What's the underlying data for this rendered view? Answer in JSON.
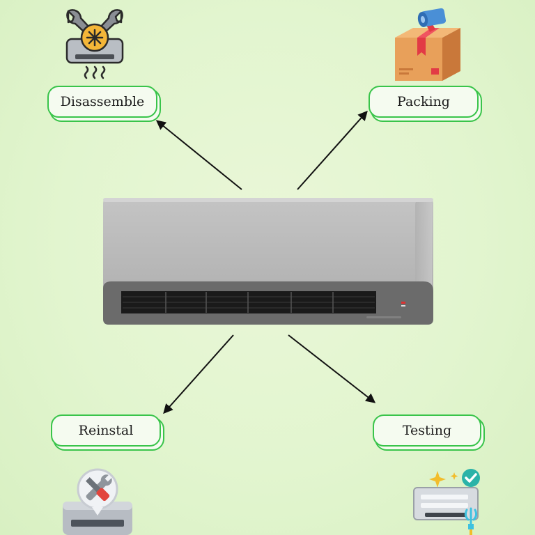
{
  "diagram": {
    "center": "air-conditioner-unit",
    "nodes": [
      {
        "id": "disassemble",
        "label": "Disassemble",
        "icon": "ac-repair-wrench-icon"
      },
      {
        "id": "packing",
        "label": "Packing",
        "icon": "package-box-tape-icon"
      },
      {
        "id": "reinstal",
        "label": "Reinstal",
        "icon": "ac-install-tools-icon"
      },
      {
        "id": "testing",
        "label": "Testing",
        "icon": "ac-testing-check-icon"
      }
    ],
    "colors": {
      "background": "#e2f5cf",
      "label_border": "#39c44a",
      "arrow": "#111111",
      "ac_body": "#b4b4b4",
      "ac_panel": "#6b6b6b"
    }
  }
}
